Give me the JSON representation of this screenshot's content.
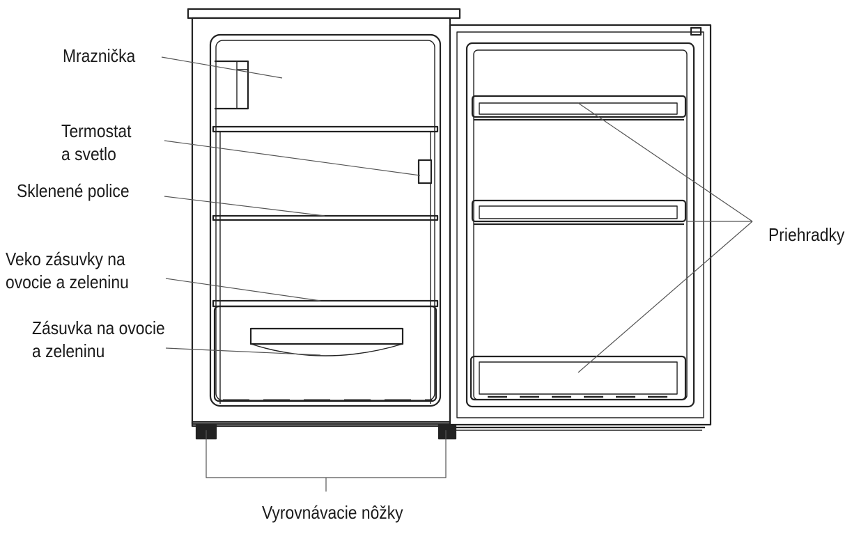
{
  "colors": {
    "line": "#222222",
    "leader": "#555555",
    "text": "#1a1a1a",
    "background": "#ffffff"
  },
  "labels": {
    "freezer": "Mraznička",
    "thermostat_line1": "Termostat",
    "thermostat_line2": "a svetlo",
    "glass_shelves": "Sklenené police",
    "crisper_lid_line1": "Veko zásuvky na",
    "crisper_lid_line2": "ovocie a zeleninu",
    "crisper_drawer_line1": "Zásuvka na ovocie",
    "crisper_drawer_line2": "a zeleninu",
    "door_compartments": "Priehradky",
    "leveling_feet": "Vyrovnávacie nôžky"
  }
}
